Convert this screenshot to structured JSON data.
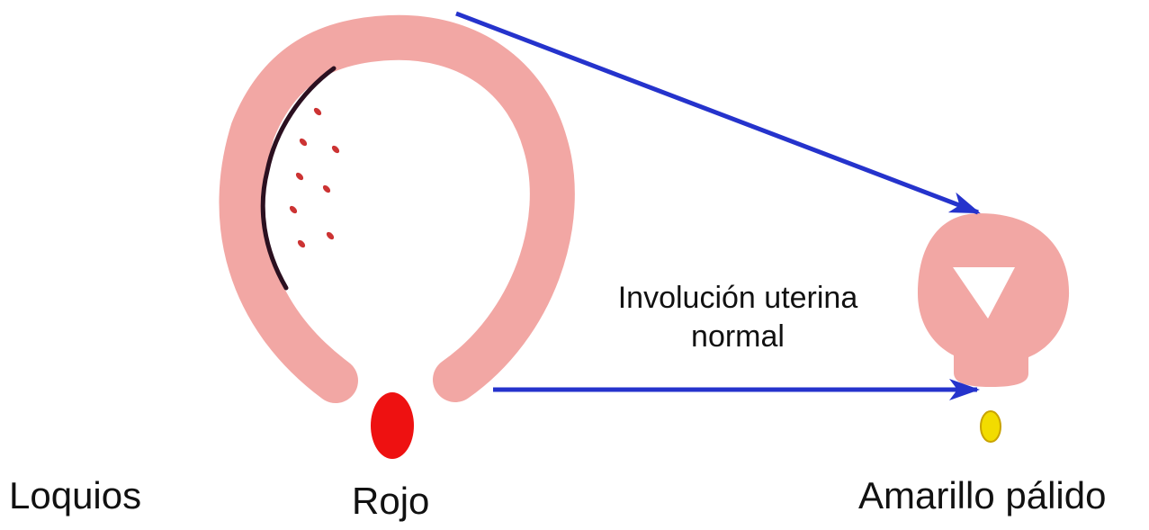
{
  "labels": {
    "loquios": "Loquios",
    "rojo": "Rojo",
    "amarillo_palido": "Amarillo pálido",
    "involution_line1": "Involución uterina",
    "involution_line2": "normal"
  },
  "colors": {
    "uterus": "#f2a7a4",
    "inner_line": "#2b1020",
    "clot_red": "#ee1111",
    "small_dots": "#cc3333",
    "pale_yellow": "#f2dc00",
    "arrow_blue": "#2533cc"
  },
  "icons": {
    "large_uterus": "large-uterus-icon",
    "small_uterus": "small-uterus-icon",
    "red_discharge": "red-lochia-icon",
    "pale_yellow_discharge": "pale-yellow-lochia-icon",
    "arrow": "arrow-icon"
  }
}
